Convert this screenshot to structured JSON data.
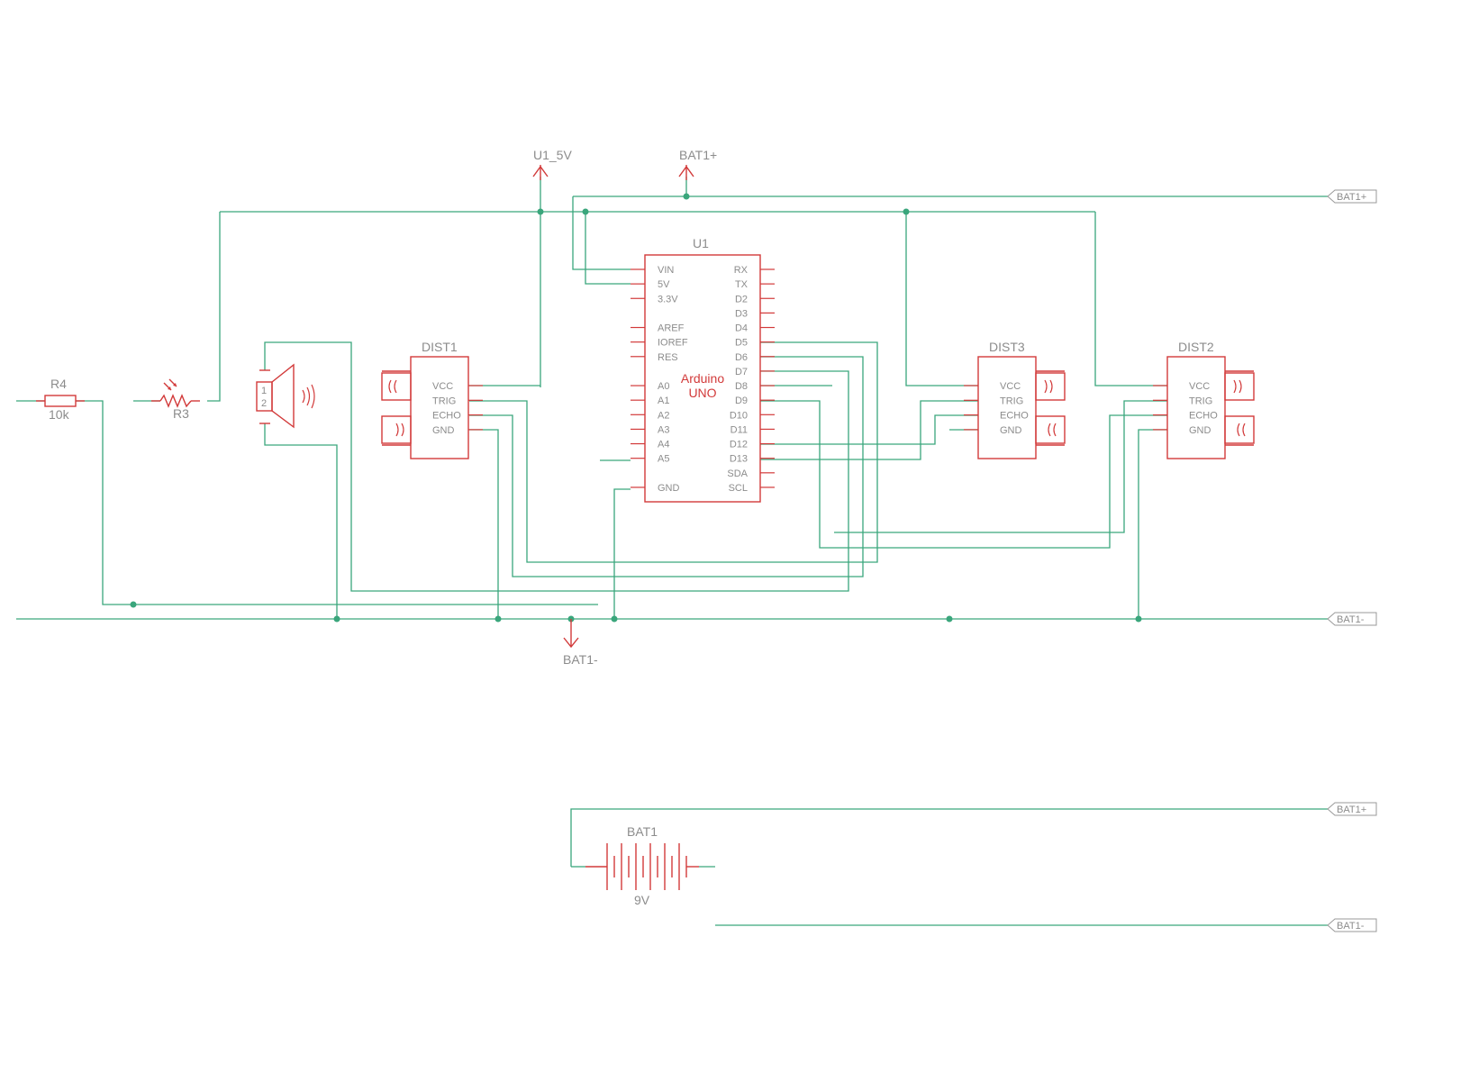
{
  "components": {
    "arduino": {
      "ref": "U1",
      "label_line1": "Arduino",
      "label_line2": "UNO",
      "left_pins": [
        "VIN",
        "5V",
        "3.3V",
        "AREF",
        "IOREF",
        "RES",
        "A0",
        "A1",
        "A2",
        "A3",
        "A4",
        "A5",
        "GND"
      ],
      "right_pins": [
        "RX",
        "TX",
        "D2",
        "D3",
        "D4",
        "D5",
        "D6",
        "D7",
        "D8",
        "D9",
        "D10",
        "D11",
        "D12",
        "D13",
        "SDA",
        "SCL"
      ]
    },
    "dist1": {
      "ref": "DIST1",
      "pins": [
        "VCC",
        "TRIG",
        "ECHO",
        "GND"
      ]
    },
    "dist2": {
      "ref": "DIST2",
      "pins": [
        "VCC",
        "TRIG",
        "ECHO",
        "GND"
      ]
    },
    "dist3": {
      "ref": "DIST3",
      "pins": [
        "VCC",
        "TRIG",
        "ECHO",
        "GND"
      ]
    },
    "r4": {
      "ref": "R4",
      "value": "10k"
    },
    "r3": {
      "ref": "R3"
    },
    "speaker": {
      "pin1": "1",
      "pin2": "2"
    },
    "bat1": {
      "ref": "BAT1",
      "value": "9V"
    }
  },
  "power_labels": {
    "u1_5v": "U1_5V",
    "bat_plus": "BAT1+",
    "bat_minus": "BAT1-"
  },
  "net_tags": {
    "bat_plus_top": "BAT1+",
    "bat_minus_mid": "BAT1-",
    "bat_plus_bottom": "BAT1+",
    "bat_minus_bottom": "BAT1-"
  },
  "colors": {
    "wire": "#3aa67c",
    "symbol": "#d23a3a",
    "label": "#8c8c8c"
  }
}
